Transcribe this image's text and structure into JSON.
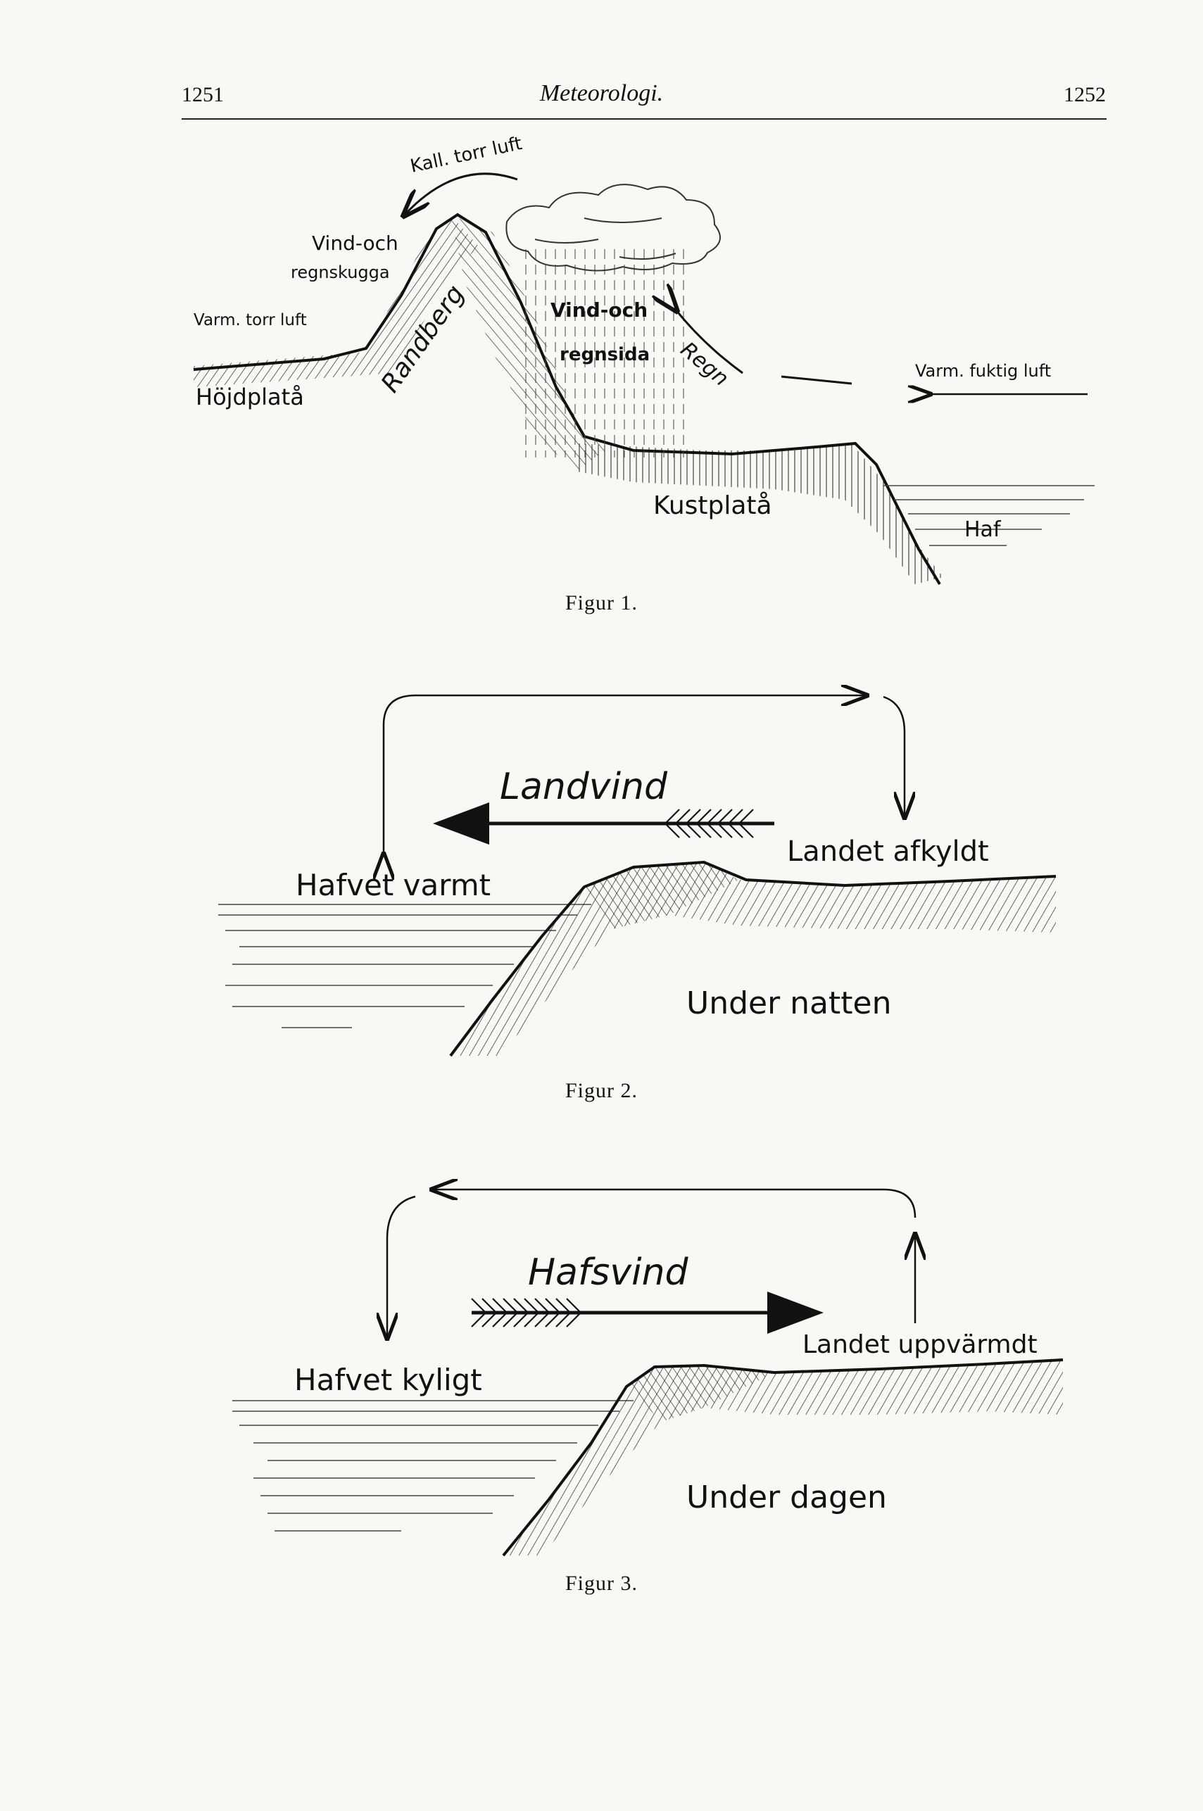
{
  "header": {
    "page_left": "1251",
    "title": "Meteorologi.",
    "page_right": "1252"
  },
  "figure1": {
    "caption": "Figur 1.",
    "labels": {
      "cold_dry_air": "Kall. torr luft",
      "wind_rain_shadow_1": "Vind-och",
      "wind_rain_shadow_2": "regnskugga",
      "warm_dry_air": "Varm. torr luft",
      "high_plateau": "Höjdplatå",
      "escarpment": "Randberg",
      "windward_1": "Vind-och",
      "windward_2": "regnsida",
      "rain": "Regn",
      "warm_moist_air": "Varm. fuktig luft",
      "coastal_plateau": "Kustplatå",
      "sea": "Haf"
    }
  },
  "figure2": {
    "caption": "Figur 2.",
    "labels": {
      "wind": "Landvind",
      "land": "Landet afkyldt",
      "sea": "Hafvet varmt",
      "time": "Under natten"
    }
  },
  "figure3": {
    "caption": "Figur 3.",
    "labels": {
      "wind": "Hafsvind",
      "land": "Landet uppvärmdt",
      "sea": "Hafvet kyligt",
      "time": "Under dagen"
    }
  }
}
